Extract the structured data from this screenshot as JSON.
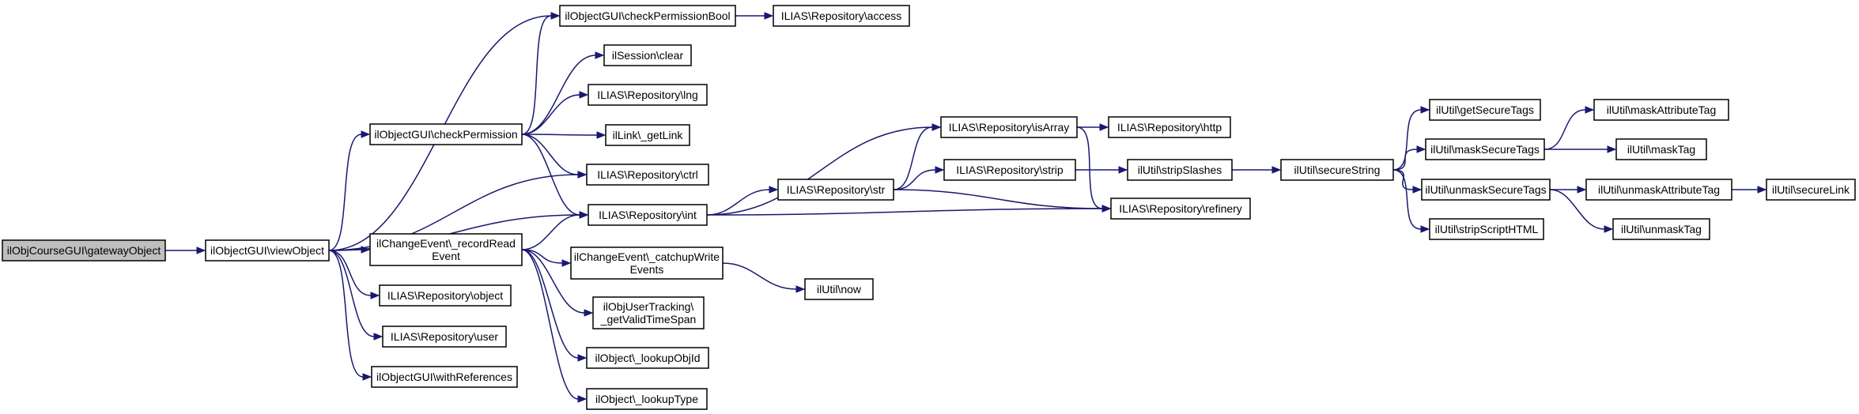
{
  "diagram": {
    "type": "call-graph",
    "colors": {
      "edge": "#191970",
      "root_fill": "#bfbfbf",
      "node_fill": "#ffffff",
      "node_border": "#000000"
    },
    "nodes": [
      {
        "id": "gatewayObject",
        "lines": [
          "ilObjCourseGUI\\gatewayObject"
        ],
        "root": true
      },
      {
        "id": "viewObject",
        "lines": [
          "ilObjectGUI\\viewObject"
        ]
      },
      {
        "id": "checkPermissionBool",
        "lines": [
          "ilObjectGUI\\checkPermissionBool"
        ]
      },
      {
        "id": "access",
        "lines": [
          "ILIAS\\Repository\\access"
        ]
      },
      {
        "id": "sessionClear",
        "lines": [
          "ilSession\\clear"
        ]
      },
      {
        "id": "lng",
        "lines": [
          "ILIAS\\Repository\\lng"
        ]
      },
      {
        "id": "getLink",
        "lines": [
          "ilLink\\_getLink"
        ]
      },
      {
        "id": "checkPermission",
        "lines": [
          "ilObjectGUI\\checkPermission"
        ]
      },
      {
        "id": "ctrl",
        "lines": [
          "ILIAS\\Repository\\ctrl"
        ]
      },
      {
        "id": "int",
        "lines": [
          "ILIAS\\Repository\\int"
        ]
      },
      {
        "id": "recordReadEvent",
        "lines": [
          "ilChangeEvent\\_recordRead",
          "Event"
        ]
      },
      {
        "id": "catchupWriteEvents",
        "lines": [
          "ilChangeEvent\\_catchupWrite",
          "Events"
        ]
      },
      {
        "id": "object",
        "lines": [
          "ILIAS\\Repository\\object"
        ]
      },
      {
        "id": "user",
        "lines": [
          "ILIAS\\Repository\\user"
        ]
      },
      {
        "id": "withReferences",
        "lines": [
          "ilObjectGUI\\withReferences"
        ]
      },
      {
        "id": "getValidTimeSpan",
        "lines": [
          "ilObjUserTracking\\",
          "_getValidTimeSpan"
        ]
      },
      {
        "id": "lookupObjId",
        "lines": [
          "ilObject\\_lookupObjId"
        ]
      },
      {
        "id": "lookupType",
        "lines": [
          "ilObject\\_lookupType"
        ]
      },
      {
        "id": "now",
        "lines": [
          "ilUtil\\now"
        ]
      },
      {
        "id": "isArray",
        "lines": [
          "ILIAS\\Repository\\isArray"
        ]
      },
      {
        "id": "http",
        "lines": [
          "ILIAS\\Repository\\http"
        ]
      },
      {
        "id": "str",
        "lines": [
          "ILIAS\\Repository\\str"
        ]
      },
      {
        "id": "strip",
        "lines": [
          "ILIAS\\Repository\\strip"
        ]
      },
      {
        "id": "refinery",
        "lines": [
          "ILIAS\\Repository\\refinery"
        ]
      },
      {
        "id": "stripSlashes",
        "lines": [
          "ilUtil\\stripSlashes"
        ]
      },
      {
        "id": "secureString",
        "lines": [
          "ilUtil\\secureString"
        ]
      },
      {
        "id": "getSecureTags",
        "lines": [
          "ilUtil\\getSecureTags"
        ]
      },
      {
        "id": "maskSecureTags",
        "lines": [
          "ilUtil\\maskSecureTags"
        ]
      },
      {
        "id": "unmaskSecureTags",
        "lines": [
          "ilUtil\\unmaskSecureTags"
        ]
      },
      {
        "id": "stripScriptHTML",
        "lines": [
          "ilUtil\\stripScriptHTML"
        ]
      },
      {
        "id": "maskAttributeTag",
        "lines": [
          "ilUtil\\maskAttributeTag"
        ]
      },
      {
        "id": "maskTag",
        "lines": [
          "ilUtil\\maskTag"
        ]
      },
      {
        "id": "unmaskAttributeTag",
        "lines": [
          "ilUtil\\unmaskAttributeTag"
        ]
      },
      {
        "id": "unmaskTag",
        "lines": [
          "ilUtil\\unmaskTag"
        ]
      },
      {
        "id": "secureLink",
        "lines": [
          "ilUtil\\secureLink"
        ]
      }
    ],
    "edges": [
      [
        "gatewayObject",
        "viewObject"
      ],
      [
        "viewObject",
        "checkPermissionBool"
      ],
      [
        "viewObject",
        "checkPermission"
      ],
      [
        "viewObject",
        "ctrl"
      ],
      [
        "viewObject",
        "int"
      ],
      [
        "viewObject",
        "recordReadEvent"
      ],
      [
        "viewObject",
        "object"
      ],
      [
        "viewObject",
        "user"
      ],
      [
        "viewObject",
        "withReferences"
      ],
      [
        "checkPermissionBool",
        "access"
      ],
      [
        "checkPermission",
        "checkPermissionBool"
      ],
      [
        "checkPermission",
        "sessionClear"
      ],
      [
        "checkPermission",
        "lng"
      ],
      [
        "checkPermission",
        "getLink"
      ],
      [
        "checkPermission",
        "ctrl"
      ],
      [
        "checkPermission",
        "int"
      ],
      [
        "recordReadEvent",
        "int"
      ],
      [
        "recordReadEvent",
        "catchupWriteEvents"
      ],
      [
        "recordReadEvent",
        "getValidTimeSpan"
      ],
      [
        "recordReadEvent",
        "lookupObjId"
      ],
      [
        "recordReadEvent",
        "lookupType"
      ],
      [
        "catchupWriteEvents",
        "now"
      ],
      [
        "int",
        "isArray"
      ],
      [
        "int",
        "str"
      ],
      [
        "int",
        "refinery"
      ],
      [
        "str",
        "isArray"
      ],
      [
        "str",
        "strip"
      ],
      [
        "str",
        "refinery"
      ],
      [
        "isArray",
        "http"
      ],
      [
        "isArray",
        "refinery"
      ],
      [
        "strip",
        "stripSlashes"
      ],
      [
        "stripSlashes",
        "secureString"
      ],
      [
        "secureString",
        "getSecureTags"
      ],
      [
        "secureString",
        "maskSecureTags"
      ],
      [
        "secureString",
        "unmaskSecureTags"
      ],
      [
        "secureString",
        "stripScriptHTML"
      ],
      [
        "maskSecureTags",
        "maskAttributeTag"
      ],
      [
        "maskSecureTags",
        "maskTag"
      ],
      [
        "unmaskSecureTags",
        "unmaskAttributeTag"
      ],
      [
        "unmaskSecureTags",
        "unmaskTag"
      ],
      [
        "unmaskAttributeTag",
        "secureLink"
      ]
    ]
  }
}
